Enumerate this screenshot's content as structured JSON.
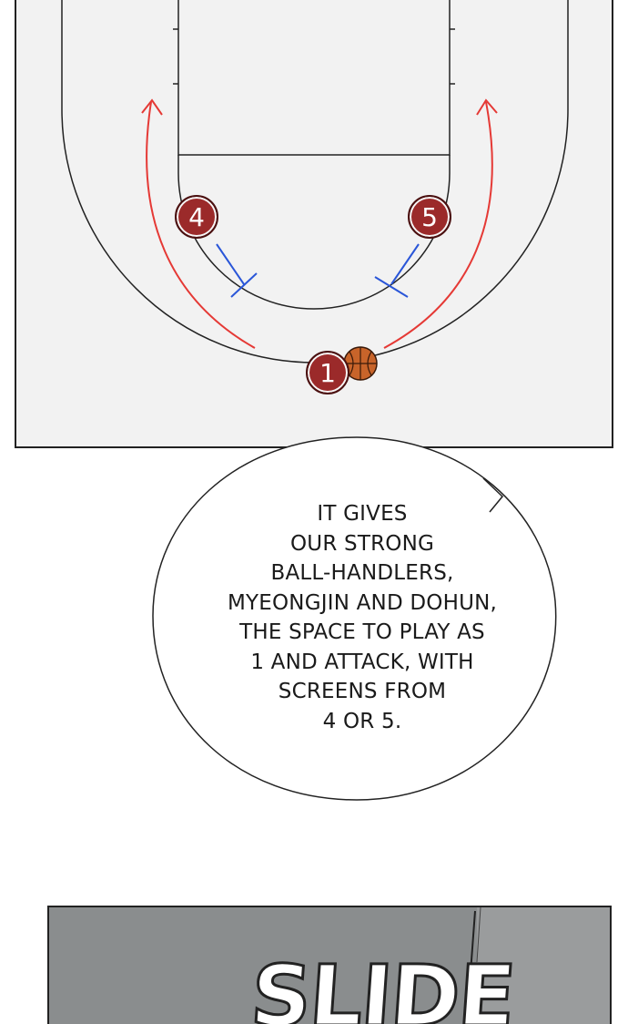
{
  "court": {
    "players": [
      {
        "number": "4",
        "role": "screener-left"
      },
      {
        "number": "5",
        "role": "screener-right"
      },
      {
        "number": "1",
        "role": "ball-handler"
      }
    ],
    "colors": {
      "court_bg": "#f2f2f2",
      "line": "#222222",
      "player_fill": "#9b2a2a",
      "cut_arrow": "#e53935",
      "screen_mark": "#2a56d8",
      "ball": "#c8642a"
    }
  },
  "dialogue": {
    "lines": [
      "IT GIVES",
      "OUR STRONG",
      "BALL-HANDLERS,",
      "MYEONGJIN AND DOHUN,",
      "THE SPACE TO PLAY AS",
      "1 AND ATTACK, WITH",
      "SCREENS FROM",
      "4 OR 5."
    ]
  },
  "next_panel": {
    "sfx": "SLIDE",
    "bg_color": "#8a8d8e"
  }
}
